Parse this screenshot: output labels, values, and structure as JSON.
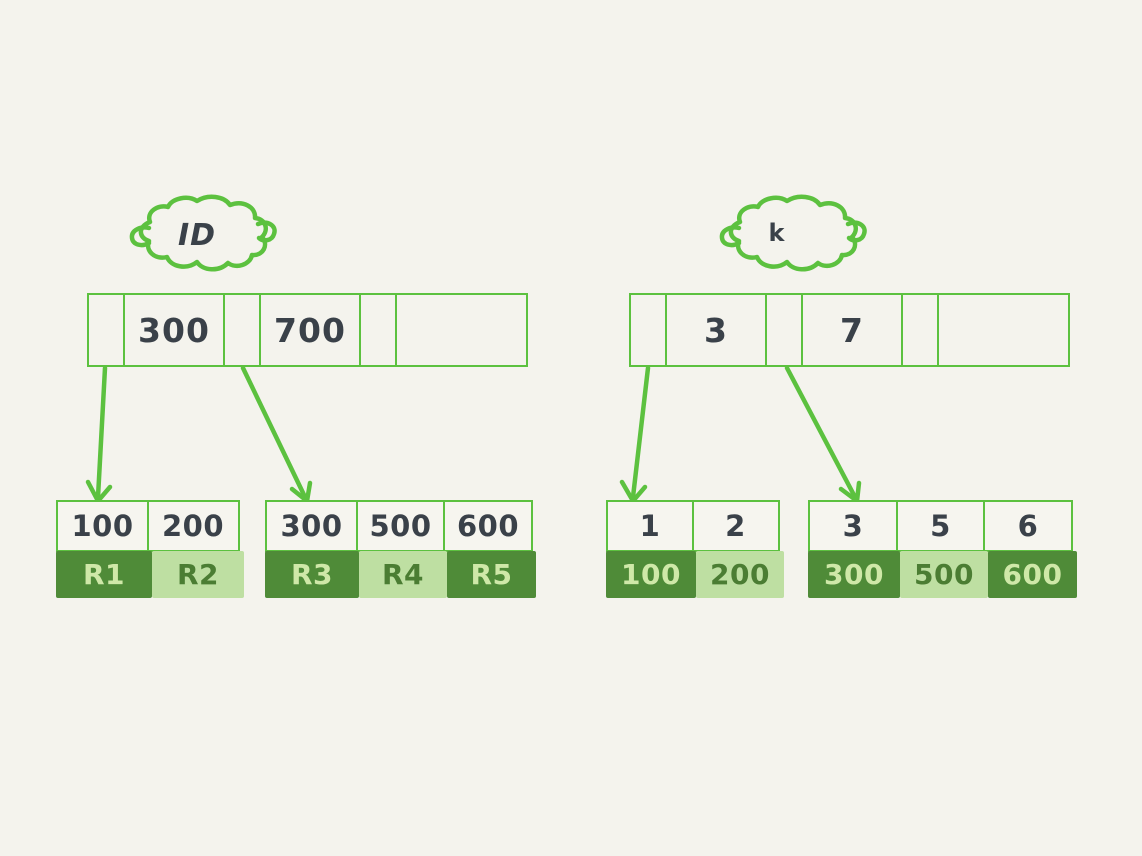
{
  "background_color": "#f4f3ed",
  "palette": {
    "line_green": "#5cc13f",
    "dark_green": "#4f8b38",
    "light_green": "#bedfa2",
    "dark_green_text": "#cfe8a8",
    "light_green_text": "#4b7d33",
    "ink": "#3a4149"
  },
  "trees": [
    {
      "name": "id-index",
      "cloud_label": "ID",
      "root": {
        "cells": [
          {
            "type": "pointer",
            "label": ""
          },
          {
            "type": "key",
            "label": "300"
          },
          {
            "type": "pointer",
            "label": ""
          },
          {
            "type": "key",
            "label": "700"
          },
          {
            "type": "pointer",
            "label": ""
          },
          {
            "type": "key",
            "label": ""
          }
        ]
      },
      "leaves": [
        {
          "name": "leaf-1",
          "entries": [
            {
              "key": "100",
              "value": "R1",
              "shade": "dark"
            },
            {
              "key": "200",
              "value": "R2",
              "shade": "light"
            }
          ]
        },
        {
          "name": "leaf-2",
          "entries": [
            {
              "key": "300",
              "value": "R3",
              "shade": "dark"
            },
            {
              "key": "500",
              "value": "R4",
              "shade": "light"
            },
            {
              "key": "600",
              "value": "R5",
              "shade": "dark"
            }
          ]
        }
      ]
    },
    {
      "name": "k-index",
      "cloud_label": "k",
      "root": {
        "cells": [
          {
            "type": "pointer",
            "label": ""
          },
          {
            "type": "key",
            "label": "3"
          },
          {
            "type": "pointer",
            "label": ""
          },
          {
            "type": "key",
            "label": "7"
          },
          {
            "type": "pointer",
            "label": ""
          },
          {
            "type": "key",
            "label": ""
          }
        ]
      },
      "leaves": [
        {
          "name": "leaf-1",
          "entries": [
            {
              "key": "1",
              "value": "100",
              "shade": "dark"
            },
            {
              "key": "2",
              "value": "200",
              "shade": "light"
            }
          ]
        },
        {
          "name": "leaf-2",
          "entries": [
            {
              "key": "3",
              "value": "300",
              "shade": "dark"
            },
            {
              "key": "5",
              "value": "500",
              "shade": "light"
            },
            {
              "key": "6",
              "value": "600",
              "shade": "dark"
            }
          ]
        }
      ]
    }
  ]
}
